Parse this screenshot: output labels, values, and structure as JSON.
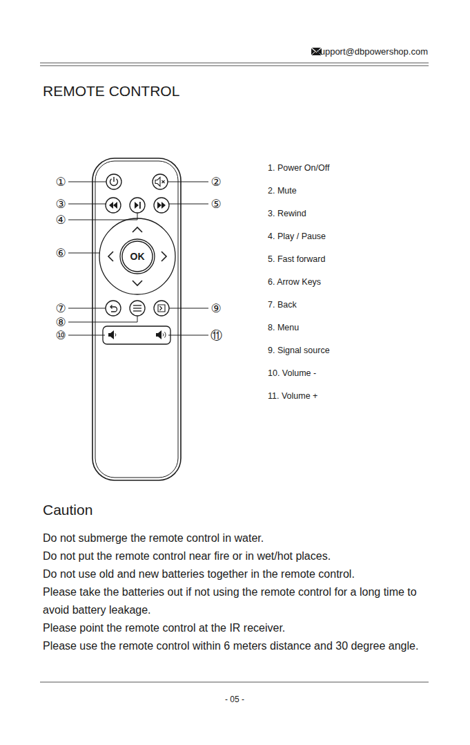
{
  "diagram": {
    "title": "REMOTE CONTROL",
    "nodes": [
      {
        "text": [
          "OK"
        ]
      }
    ],
    "edges": [],
    "labels": [
      "support@dbpowershop.com",
      "1. Power On/Off",
      "2. Mute",
      "3. Rewind",
      "4. Play / Pause",
      "5. Fast forward",
      "6. Arrow Keys",
      "7. Back",
      "8. Menu",
      "9. Signal source",
      "10. Volume -",
      "11. Volume +",
      "①",
      "②",
      "③",
      "④",
      "⑤",
      "⑥",
      "⑦",
      "⑧",
      "⑨",
      "⑩",
      "⑪",
      "Caution",
      "Do not submerge the remote control in water.",
      "Do not put the remote control near fire or in wet/hot places.",
      "Do not use old and new batteries together in the remote control.",
      "Please take the batteries out if not using the remote control for a long time to avoid battery leakage.",
      "Please point the remote control at the IR receiver.",
      "Please use the remote control within 6 meters distance and 30 degree angle.",
      "- 05 -"
    ]
  }
}
